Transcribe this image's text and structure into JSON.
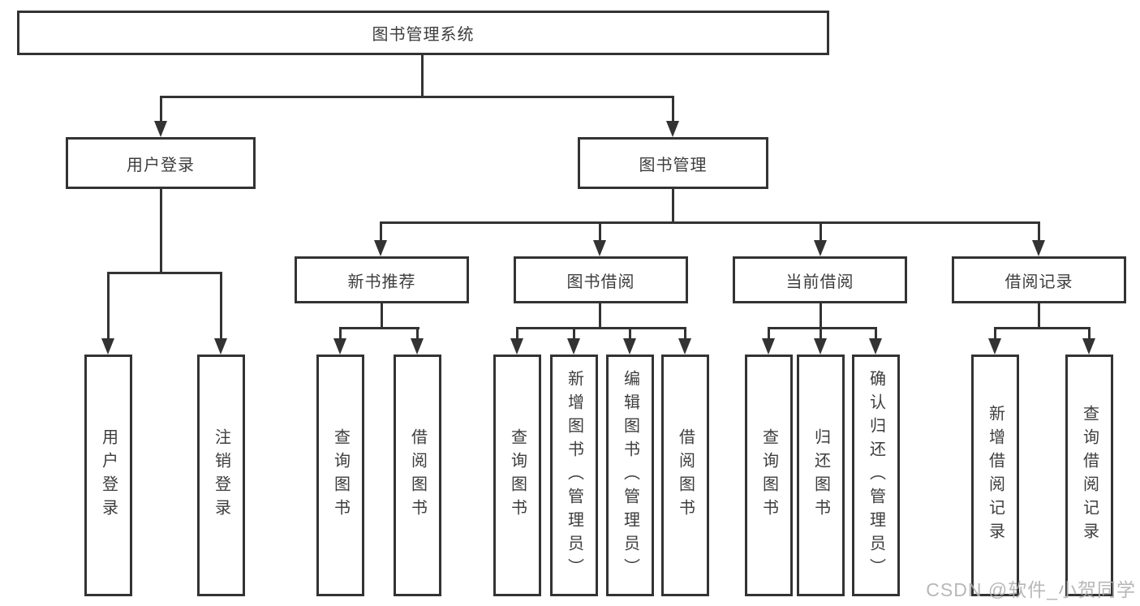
{
  "diagram": {
    "title": "图书管理系统",
    "root": {
      "label": "图书管理系统"
    },
    "level2": [
      {
        "label": "用户登录"
      },
      {
        "label": "图书管理"
      }
    ],
    "level3": [
      {
        "label": "新书推荐"
      },
      {
        "label": "图书借阅"
      },
      {
        "label": "当前借阅"
      },
      {
        "label": "借阅记录"
      }
    ],
    "leaf_groups": [
      {
        "parent": "用户登录",
        "items": [
          {
            "label": "用户登录"
          },
          {
            "label": "注销登录"
          }
        ]
      },
      {
        "parent": "新书推荐",
        "items": [
          {
            "label": "查询图书"
          },
          {
            "label": "借阅图书"
          }
        ]
      },
      {
        "parent": "图书借阅",
        "items": [
          {
            "label": "查询图书"
          },
          {
            "label": "新增图书（管理员）"
          },
          {
            "label": "编辑图书（管理员）"
          },
          {
            "label": "借阅图书"
          }
        ]
      },
      {
        "parent": "当前借阅",
        "items": [
          {
            "label": "查询图书"
          },
          {
            "label": "归还图书"
          },
          {
            "label": "确认归还（管理员）"
          }
        ]
      },
      {
        "parent": "借阅记录",
        "items": [
          {
            "label": "新增借阅记录"
          },
          {
            "label": "查询借阅记录"
          }
        ]
      }
    ],
    "colors": {
      "line": "#333333",
      "text": "#3d3d3d",
      "background": "#ffffff",
      "watermark": "#b2aeae"
    }
  },
  "watermark": {
    "text": "CSDN @软件_小贺同学"
  }
}
